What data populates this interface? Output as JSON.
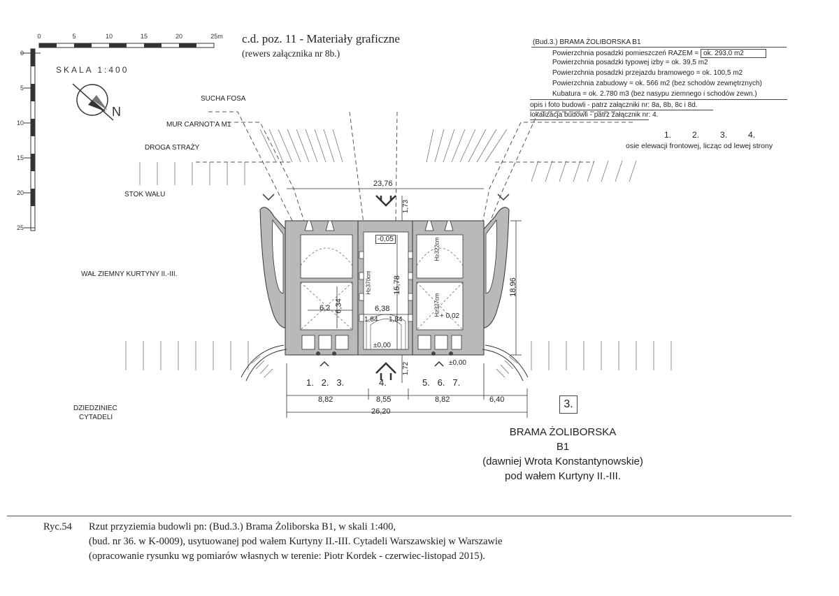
{
  "header": {
    "line1": "c.d. poz. 11 - Materiały graficzne",
    "line2": "(rewers załącznika nr 8b.)"
  },
  "scale": {
    "label": "SKALA  1:400",
    "top_ticks": [
      "0",
      "5",
      "10",
      "15",
      "20",
      "25m"
    ],
    "left_ticks": [
      "0",
      "5",
      "10",
      "15",
      "20",
      "25"
    ],
    "north": "N"
  },
  "info_block": {
    "title": "(Bud.3.)  BRAMA ŻOLIBORSKA  B1",
    "line1_label": "Powierzchnia posadzki pomieszczeń RAZEM =",
    "line1_value": "ok.  293,0 m2",
    "line2": "Powierzchnia posadzki typowej izby  = ok. 39,5 m2",
    "line3": "Powierzchnia posadzki przejazdu bramowego  = ok. 100,5 m2",
    "line4": "Powierzchnia zabudowy = ok. 566 m2  (bez schodów zewnętrznych)",
    "line5": "Kubatura = ok. 2.780 m3   (bez nasypu ziemnego i schodów zewn.)",
    "line6": "opis i foto budowli  - patrz załączniki nr: 8a, 8b, 8c i 8d.",
    "line7": "lokalizacja budowli  - patrz załącznik nr: 4.",
    "axes_numbers": "1.         2.         3.         4.",
    "axes_text": "osie elewacji frontowej, licząc od lewej strony"
  },
  "labels": {
    "sucha_fosa": "SUCHA FOSA",
    "mur_carnota": "MUR CARNOT'A M1",
    "droga_strazy": "DROGA STRAŻY",
    "stok_walu": "STOK WAŁU",
    "wal_ziemny": "WAŁ ZIEMNY KURTYNY II.-III.",
    "dziedziniec_1": "DZIEDZINIEC",
    "dziedziniec_2": "CYTADELI"
  },
  "dimensions": {
    "d_23_76": "23,76",
    "d_1_73": "1,73",
    "d_m005": "-0,05",
    "h_370": "H≥370cm",
    "d_15_78": "15,78",
    "h_322": "H≥322cm",
    "h_327": "H≥327cm",
    "d_18_96": "18,96",
    "d_6_2": "6,2",
    "d_6_34": "6,34",
    "d_6_38": "6,38",
    "d_1_84a": "1,84",
    "d_1_84b": "1,84",
    "d_p002": "+ 0,02",
    "d_pm000a": "±0,00",
    "d_pm000b": "±0,00",
    "d_1_72": "1,72",
    "d_8_82a": "8,82",
    "d_8_55": "8,55",
    "d_8_82b": "8,82",
    "d_6_40": "6,40",
    "d_26_20": "26,20"
  },
  "axis_labels": {
    "left": "1.   2.   3.",
    "center": "4.",
    "right": "5.   6.   7."
  },
  "sheet_number": "3.",
  "building_title": {
    "line1": "BRAMA ŻOLIBORSKA",
    "line2": "B1",
    "line3": "(dawniej Wrota Konstantynowskie)",
    "line4": "pod wałem Kurtyny II.-III."
  },
  "caption": {
    "label": "Ryc.54",
    "line1": "Rzut przyziemia budowli pn:   (Bud.3.)  Brama Żoliborska  B1,    w skali 1:400,",
    "line2": "(bud. nr 36. w K-0009), usytuowanej  pod wałem Kurtyny II.-III.  Cytadeli Warszawskiej  w  Warszawie",
    "line3": "(opracowanie rysunku wg pomiarów własnych w terenie: Piotr Kordek - czerwiec-listopad 2015)."
  },
  "colors": {
    "wall": "#b9b9b9",
    "line": "#333333",
    "dashed": "#555555"
  }
}
